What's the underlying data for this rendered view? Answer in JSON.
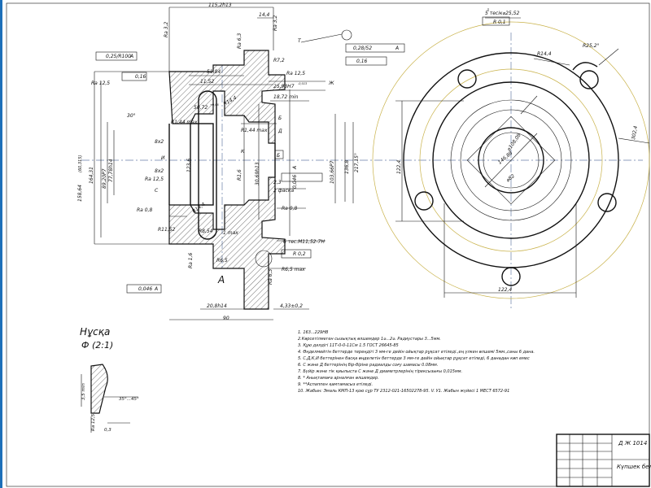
{
  "section_dims": {
    "top_width": "115,2h13",
    "d14_4": "14,4",
    "ra32_a": "Ra 3,2",
    "ra32_b": "Ra 3,2",
    "ra63_a": "Ra 6,3",
    "t_label": "T",
    "runout_025": "0,25/R100",
    "runout_datum_a": "A",
    "flat_016": "0,16",
    "d51_84": "51,84",
    "r7_2": "R7,2",
    "ra12_5_a": "Ra 12,5",
    "ra12_5_b": "Ra 12,5",
    "d11_52_top": "11,52",
    "d25_93": "25,93H7",
    "tol_25_93": "-0,013",
    "d18_72": "18,72 min",
    "zh_label": "Ж",
    "d50_72": "50,72",
    "tol_50_72": "+0,06",
    "r14_4": "R14,4",
    "r1_44max_a": "R1,44 max",
    "r1_44max_b": "R1,44 max",
    "b_label": "Б",
    "d_label": "Д",
    "chamfer_30": "30°",
    "d158": "158,64",
    "d158_tol": "(60,315)",
    "d164": "164,31",
    "d89": "89,20Р7",
    "d77": "77,78h14",
    "d123": "123,6",
    "ch_8x2_a": "8x2",
    "ch_8x2_b": "8x2",
    "ra12_5_c": "Ra 12,5",
    "ra08_a": "Ra 0,8",
    "ra08_b": "Ra 0,8",
    "i_label": "И",
    "s_label": "С",
    "k_label": "К",
    "r1_6": "R1,6",
    "d30_69": "30,69h13",
    "b_box": "Б",
    "d2_3": "2,3",
    "facet_2": "2 фаска",
    "d103": "103,66Р7",
    "d136": "136,8",
    "d217": "217,15°",
    "flat_0046_a": "0,046",
    "flat_0046_a_datum": "A",
    "r14_4_lower": "R14,4",
    "r11_52": "R11,52",
    "r8_54": "R8,54",
    "d1max": "1 max",
    "m11": "6 тес.М11,52-7Н",
    "pos_r02": "R 0,2",
    "r6_5": "R6,5",
    "r6_5max": "R6,5 max",
    "ra1_6": "Ra 1,6",
    "ra6_3_b": "Ra 6,3",
    "view_a": "A",
    "flat_0046_b": "0,046",
    "flat_0046_b_datum": "A",
    "d20_8": "20,8h14",
    "d4_33": "4,33±0,2",
    "d90": "90",
    "dcheck_a": "0,28/52",
    "dcheck_a_datum": "A",
    "dcheck_b": "0,16"
  },
  "front_view": {
    "holes_note": "5 тесік⌀25,52",
    "holes_pos": "R 0,1",
    "r14_4": "R14,4",
    "r25_2": "R25,2°",
    "d146": "146,88",
    "d108": "⌀108,08",
    "d82": "⌀82",
    "d122_v": "122,4",
    "d122_h": "122,4",
    "d302": "302,4"
  },
  "detail": {
    "title": "Нұсқа",
    "scale": "Ф (2:1)",
    "d3_5": "3,5 min",
    "angle": "35°...45°",
    "ra12_5": "Ra 12,5",
    "d0_3": "0,3"
  },
  "notes": [
    "1. 163...229НВ",
    "2.Көрсетілмеген сызықтық өлшемдер  1⌀...2⌀. Радиустары 3...5мм.",
    "3. Құю дәлдігі 11Т-0-0-11См 1.5 ГОСТ 26645-85",
    "4. Өңделмейтін беттерде тереңдігі 3 мм-ге дейін ойықтар рұқсат етіледі.,ең үлкен өлшемі 5мм.,саны 6 дана.",
    "5. С,Д,К,И беттерінен басқа өңделетін беттерде 3 мм-ге дейін ойықтар рұқсат етіледі, 6 данадан көп емес",
    "6. С және Д беттерінің бір-біріне  радиалды соғу шамасы 0.08мм.",
    "7. Бүйір және тік қиылыста С және Д диаметрлерінің тірексызығы 0,015мм.",
    "8. * Анықтамаға арналған өлшемдер.",
    "9. **Аспаппен қамтамасыз етіледі.",
    "10. Жабын: Эмаль КМП-13 қою сұр ТУ 2312-021-16502278-95. V. У1. Жабын жүйесі 1 МЕСТ 6572-91"
  ],
  "title_block": {
    "code": "Д Ж 1014",
    "part_name": "Күпшек бел"
  },
  "colors": {
    "line": "#111111",
    "centerline": "#6a7fa8",
    "construction": "#c9b24a",
    "window_strip": "#1d6fb8"
  }
}
